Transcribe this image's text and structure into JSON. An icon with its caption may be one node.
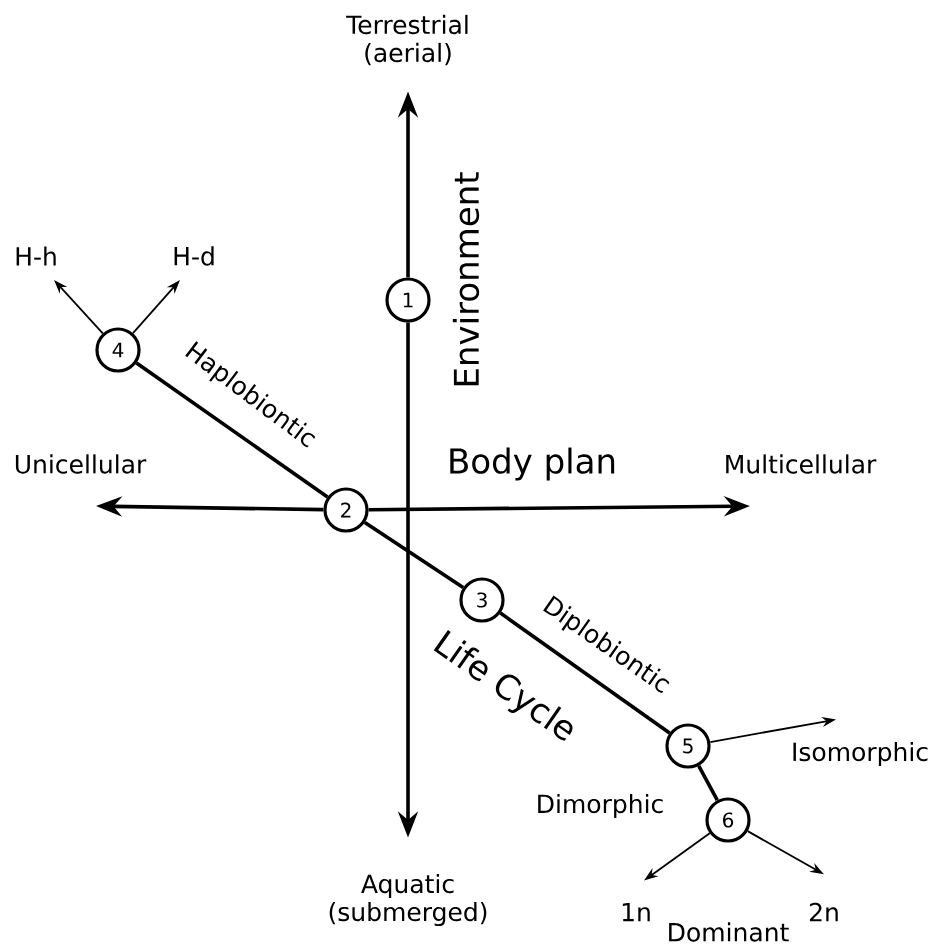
{
  "diagram": {
    "nodes": [
      {
        "text": [
          "Terrestrial (aerial)"
        ]
      },
      {
        "text": [
          "Aquatic (submerged)"
        ]
      },
      {
        "text": [
          "Unicellular"
        ]
      },
      {
        "text": [
          "Multicellular"
        ]
      },
      {
        "text": [
          "1"
        ]
      },
      {
        "text": [
          "2"
        ]
      },
      {
        "text": [
          "3"
        ]
      },
      {
        "text": [
          "4"
        ]
      },
      {
        "text": [
          "5"
        ]
      },
      {
        "text": [
          "6"
        ]
      },
      {
        "text": [
          "H-h"
        ]
      },
      {
        "text": [
          "H-d"
        ]
      },
      {
        "text": [
          "Isomorphic"
        ]
      },
      {
        "text": [
          "1n"
        ]
      },
      {
        "text": [
          "2n"
        ]
      }
    ],
    "edges": [
      {
        "from": 4,
        "to": 0,
        "arrow": "to",
        "label": "Environment"
      },
      {
        "from": 4,
        "to": 1,
        "arrow": "to"
      },
      {
        "from": 5,
        "to": 2,
        "arrow": "to"
      },
      {
        "from": 5,
        "to": 3,
        "arrow": "to",
        "label": "Body plan"
      },
      {
        "from": 7,
        "to": 5,
        "arrow": "none",
        "label": "Haplobiontic"
      },
      {
        "from": 5,
        "to": 6,
        "arrow": "none",
        "label": "Life Cycle"
      },
      {
        "from": 6,
        "to": 8,
        "arrow": "none",
        "label": "Diplobiontic"
      },
      {
        "from": 8,
        "to": 9,
        "arrow": "none",
        "label": "Dimorphic"
      },
      {
        "from": 7,
        "to": 10,
        "arrow": "to"
      },
      {
        "from": 7,
        "to": 11,
        "arrow": "to"
      },
      {
        "from": 8,
        "to": 12,
        "arrow": "to"
      },
      {
        "from": 9,
        "to": 13,
        "arrow": "to"
      },
      {
        "from": 9,
        "to": 14,
        "arrow": "to"
      }
    ],
    "labels": [
      "Dominant"
    ]
  }
}
